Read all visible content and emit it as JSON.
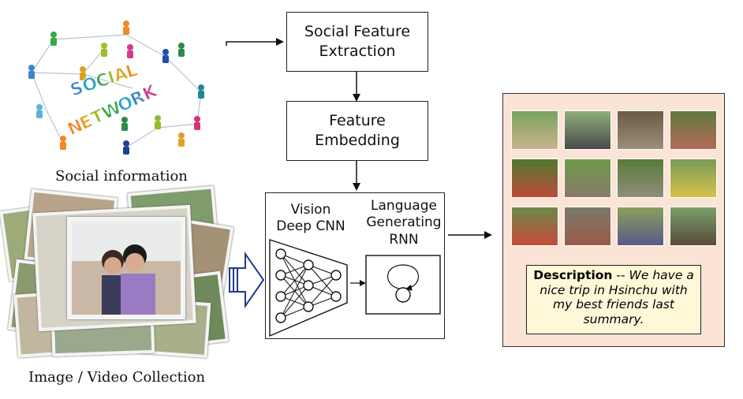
{
  "social_info_label": "Social information",
  "social_network_words": [
    "SOCIAL",
    "NETWORK"
  ],
  "image_collection_label": "Image / Video Collection",
  "social_feature_box": "Social Feature\nExtraction",
  "feature_embedding_box": "Feature\nEmbedding",
  "vision_cnn_label": "Vision\nDeep CNN",
  "language_rnn_label": "Language\nGenerating\nRNN",
  "description": {
    "label": "Description",
    "separator": " -- ",
    "text": "We have a nice trip in Hsinchu with my best friends last summary."
  },
  "colors": {
    "output_panel_bg": "#fbe4d5",
    "description_bg": "#fff8d8",
    "hollow_arrow": "#1f3a8c"
  },
  "output_thumbnails": 12
}
